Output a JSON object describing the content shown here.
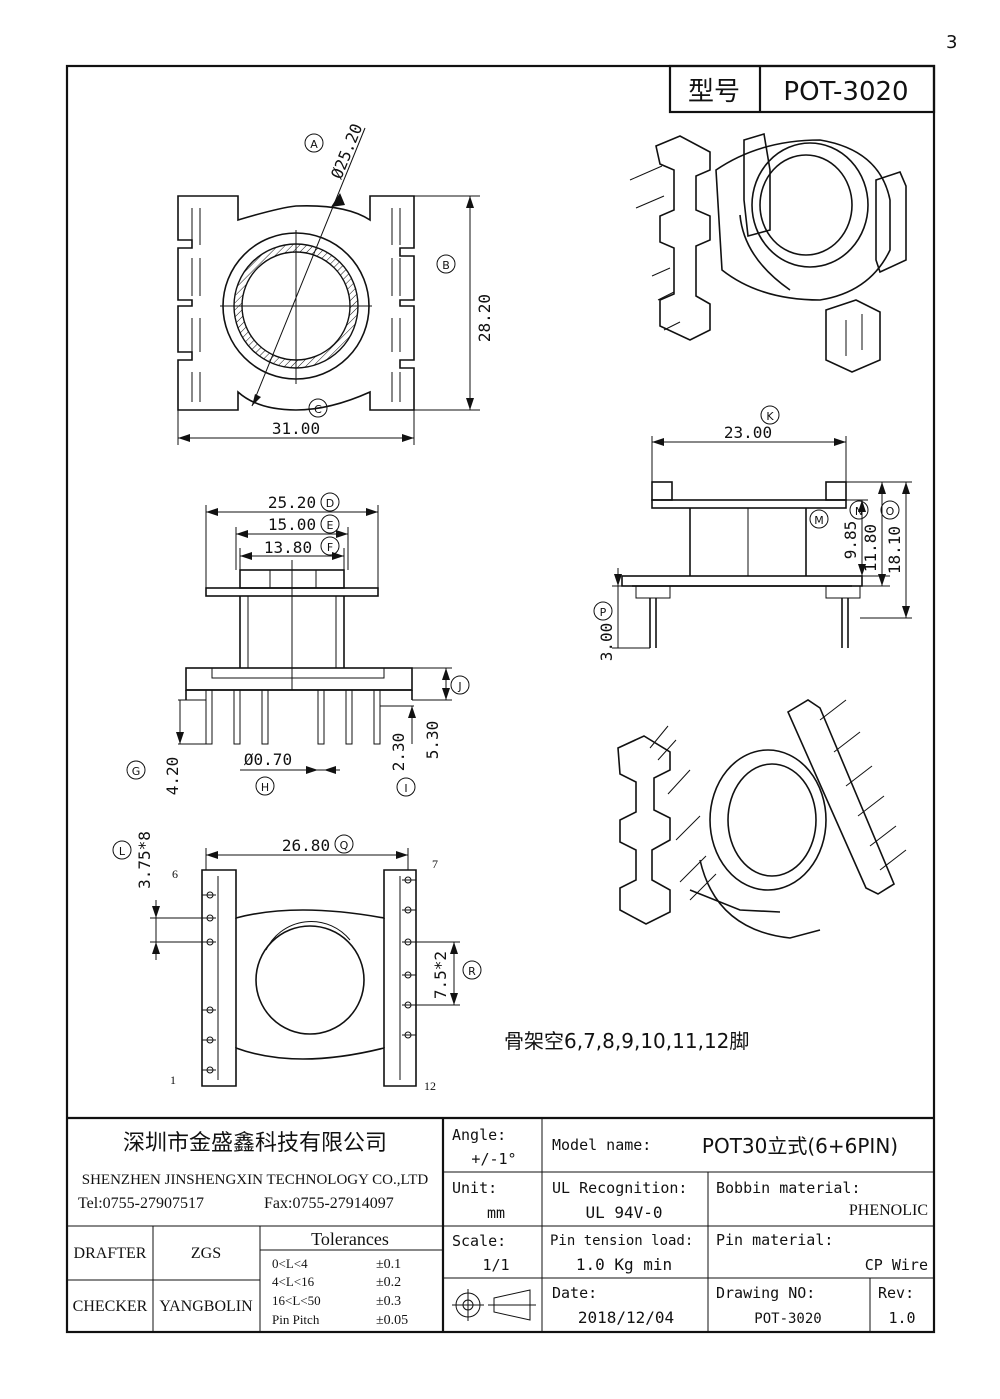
{
  "header": {
    "model_label": "型号",
    "model_value": "POT-3020"
  },
  "corner_mark": "3",
  "note": "骨架空6,7,8,9,10,11,12脚",
  "views": {
    "top": {
      "A": "A",
      "B": "B",
      "C": "C",
      "dia": "Ø25.20",
      "h": "28.20",
      "w": "31.00"
    },
    "front": {
      "D_val": "25.20",
      "D": "D",
      "E_val": "15.00",
      "E": "E",
      "F_val": "13.80",
      "F": "F",
      "G_val": "4.20",
      "G": "G",
      "H_val": "Ø0.70",
      "H": "H",
      "I_val": "2.30",
      "I": "I",
      "J_val": "5.30",
      "J": "J"
    },
    "bottom": {
      "L_val": "3.75*8",
      "L": "L",
      "Q_val": "26.80",
      "Q": "Q",
      "R_val": "7.5*2",
      "R": "R",
      "pin6": "6",
      "pin7": "7",
      "pin1": "1",
      "pin12": "12"
    },
    "side": {
      "K_val": "23.00",
      "K": "K",
      "M": "M",
      "M_val": "9.85",
      "N": "N",
      "N_val": "11.80",
      "O": "O",
      "O_val": "18.10",
      "P": "P",
      "P_val": "3.00"
    }
  },
  "titleblock": {
    "company_cn": "深圳市金盛鑫科技有限公司",
    "company_en": "SHENZHEN JINSHENGXIN TECHNOLOGY CO.,LTD",
    "tel": "Tel:0755-27907517",
    "fax": "Fax:0755-27914097",
    "angle_label": "Angle:",
    "angle_value": "+/-1°",
    "unit_label": "Unit:",
    "unit_value": "mm",
    "scale_label": "Scale:",
    "scale_value": "1/1",
    "model_name_label": "Model name:",
    "model_name_value": "POT30立式(6+6PIN)",
    "ul_label": "UL Recognition:",
    "ul_value": "UL 94V-0",
    "bobbin_label": "Bobbin material:",
    "bobbin_value": "PHENOLIC",
    "pin_tension_label": "Pin tension load:",
    "pin_tension_value": "1.0 Kg min",
    "pin_material_label": "Pin material:",
    "pin_material_value": "CP Wire",
    "date_label": "Date:",
    "date_value": "2018/12/04",
    "drawing_no_label": "Drawing NO:",
    "drawing_no_value": "POT-3020",
    "rev_label": "Rev:",
    "rev_value": "1.0",
    "drafter_label": "DRAFTER",
    "drafter_value": "ZGS",
    "checker_label": "CHECKER",
    "checker_value": "YANGBOLIN",
    "tolerances_title": "Tolerances",
    "tolerances": [
      {
        "range": "0<L<4",
        "tol": "±0.1"
      },
      {
        "range": "4<L<16",
        "tol": "±0.2"
      },
      {
        "range": "16<L<50",
        "tol": "±0.3"
      },
      {
        "range": "Pin Pitch",
        "tol": "±0.05"
      }
    ]
  }
}
